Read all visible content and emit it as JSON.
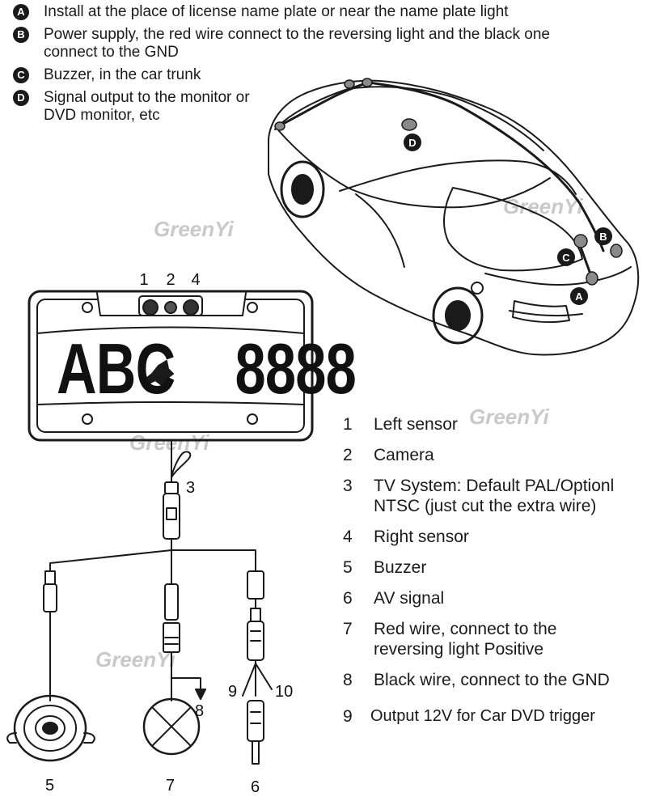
{
  "notes": [
    {
      "badge": "A",
      "text": "Install at the place of license name plate or near the name plate light"
    },
    {
      "badge": "B",
      "text": "Power supply, the red wire connect to the reversing light and the black one connect to the GND"
    },
    {
      "badge": "C",
      "text": "Buzzer, in the car trunk"
    },
    {
      "badge": "D",
      "text": "Signal output to the monitor or DVD monitor, etc"
    }
  ],
  "car_markers": [
    "A",
    "B",
    "C",
    "D"
  ],
  "plate": {
    "left_text": "ABC",
    "right_text": "8888",
    "top_labels": [
      "1",
      "2",
      "4"
    ]
  },
  "legend": [
    {
      "num": "1",
      "text": "Left sensor"
    },
    {
      "num": "2",
      "text": "Camera"
    },
    {
      "num": "3",
      "text": "TV System: Default PAL/Optionl NTSC (just cut the extra wire)"
    },
    {
      "num": "4",
      "text": "Right sensor"
    },
    {
      "num": "5",
      "text": "Buzzer"
    },
    {
      "num": "6",
      "text": "AV signal"
    },
    {
      "num": "7",
      "text": "Red wire, connect to the reversing light Positive"
    },
    {
      "num": "8",
      "text": "Black wire, connect to the GND"
    },
    {
      "num": "9",
      "text": "Output 12V for Car DVD trigger"
    }
  ],
  "wire_labels": {
    "l3": "3",
    "l5": "5",
    "l6": "6",
    "l7": "7",
    "l8": "8",
    "l9": "9",
    "l10": "10"
  },
  "watermark": "GreenYi"
}
